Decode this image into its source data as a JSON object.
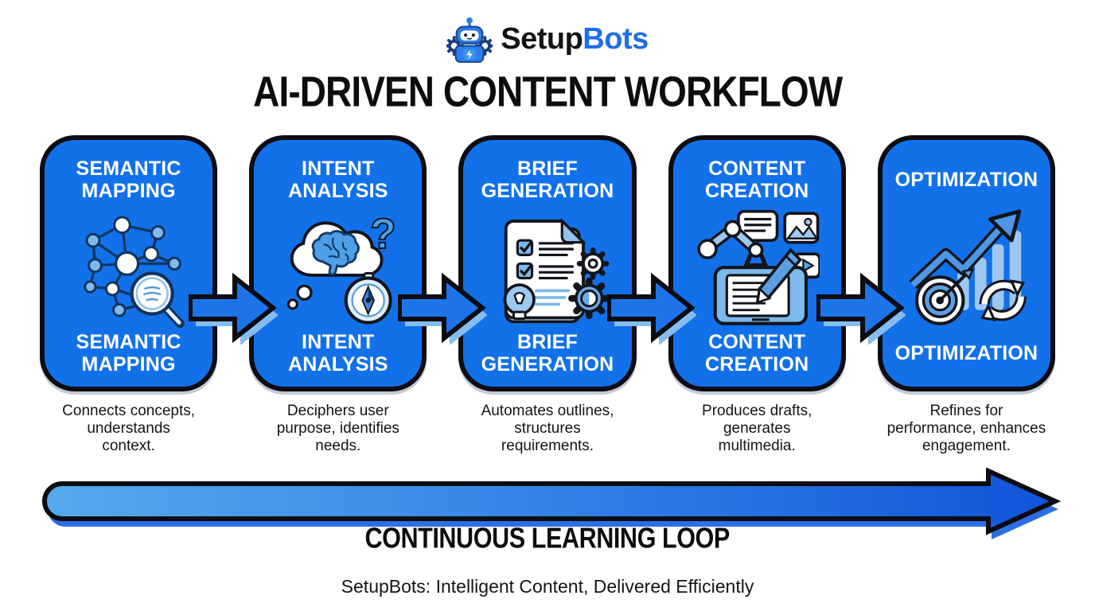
{
  "brand": {
    "name_first": "Setup",
    "name_second": "Bots",
    "logo_icon": "robot-gears-icon"
  },
  "title": "AI-DRIVEN CONTENT WORKFLOW",
  "stages": [
    {
      "label_top": "SEMANTIC\nMAPPING",
      "label_bottom": "SEMANTIC\nMAPPING",
      "icon": "semantic-network-magnifier-icon",
      "description": "Connects concepts,\nunderstands\ncontext."
    },
    {
      "label_top": "INTENT\nANALYSIS",
      "label_bottom": "INTENT\nANALYSIS",
      "icon": "brain-thought-compass-icon",
      "question_glyph": "?",
      "description": "Deciphers user\npurpose, identifies\nneeds."
    },
    {
      "label_top": "BRIEF\nGENERATION",
      "label_bottom": "BRIEF\nGENERATION",
      "icon": "document-checklist-gears-icon",
      "description": "Automates outlines,\nstructures\nrequirements."
    },
    {
      "label_top": "CONTENT\nCREATION",
      "label_bottom": "CONTENT\nCREATION",
      "icon": "robot-arm-tablet-media-icon",
      "description": "Produces drafts,\ngenerates\nmultimedia."
    },
    {
      "label_top": "OPTIMIZATION",
      "label_bottom": "OPTIMIZATION",
      "icon": "growth-chart-target-refresh-icon",
      "description": "Refines for\nperformance, enhances\nengagement."
    }
  ],
  "loop_label": "CONTINUOUS LEARNING LOOP",
  "footer_tagline": "SetupBots: Intelligent Content, Delivered Efficiently",
  "colors": {
    "stage_blue": "#1271e9",
    "outline_black": "#0c0c12",
    "brand_blue": "#1d6fe8",
    "flow_arrow_blue": "#1d74e8",
    "flow_arrow_shadow": "#85bdee",
    "loop_arrow_light": "#55aaec",
    "loop_arrow_dark": "#1254da"
  }
}
